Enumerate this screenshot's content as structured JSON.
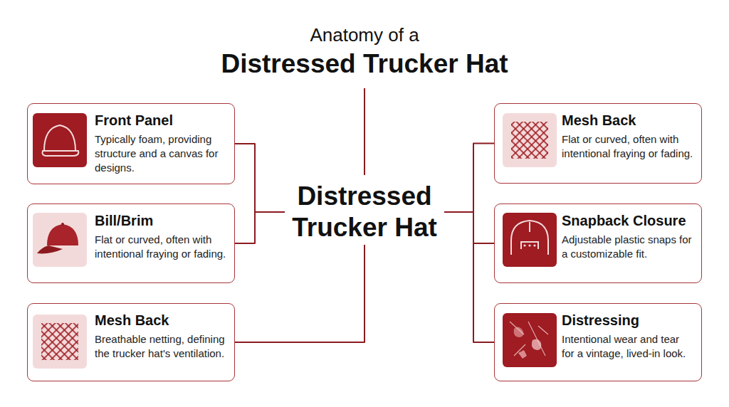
{
  "diagram": {
    "title": "Anatomy of a",
    "nodes": [
      {
        "text": [
          "Front Panel",
          "Typically foam, providing structure and a canvas for designs."
        ]
      },
      {
        "text": [
          "Bill/Brim",
          "Flat or curved, often with intentional fraying or fading."
        ]
      },
      {
        "text": [
          "Mesh Back",
          "Breathable netting, defining the trucker hat's ventilation."
        ]
      },
      {
        "text": [
          "Distressed Trucker Hat"
        ]
      },
      {
        "text": [
          "Mesh Back",
          "Flat or curved, often with intentional fraying or fading."
        ]
      },
      {
        "text": [
          "Snapback Closure",
          "Adjustable plastic snaps for a customizable fit."
        ]
      },
      {
        "text": [
          "Distressing",
          "Intentional wear and tear for a vintage, lived-in look."
        ]
      }
    ],
    "edges": [
      {
        "from": 3,
        "to": 0,
        "arrow": "none"
      },
      {
        "from": 3,
        "to": 1,
        "arrow": "none"
      },
      {
        "from": 3,
        "to": 2,
        "arrow": "none"
      },
      {
        "from": 3,
        "to": 4,
        "arrow": "none"
      },
      {
        "from": 3,
        "to": 5,
        "arrow": "none"
      },
      {
        "from": 3,
        "to": 6,
        "arrow": "none"
      }
    ],
    "labels": [
      "Distressed Trucker Hat"
    ]
  }
}
